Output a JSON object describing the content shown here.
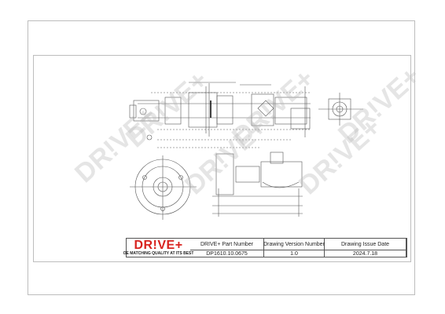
{
  "watermark": {
    "text": "DR!VE+"
  },
  "title_block": {
    "headers": {
      "part_number": "DRIVE+ Part Number",
      "drawing_version": "Drawing Version Number",
      "issue_date": "Drawing Issue Date"
    },
    "values": {
      "part_number": "DP1610.10.0675",
      "drawing_version": "1.0",
      "issue_date": "2024.7.18"
    },
    "logo": {
      "brand": "DR!VE+",
      "tagline": "OE MATCHING QUALITY AT ITS BEST"
    }
  },
  "colors": {
    "brand_red": "#d8231f",
    "line": "#555555",
    "watermark": "#b4b4b4"
  }
}
